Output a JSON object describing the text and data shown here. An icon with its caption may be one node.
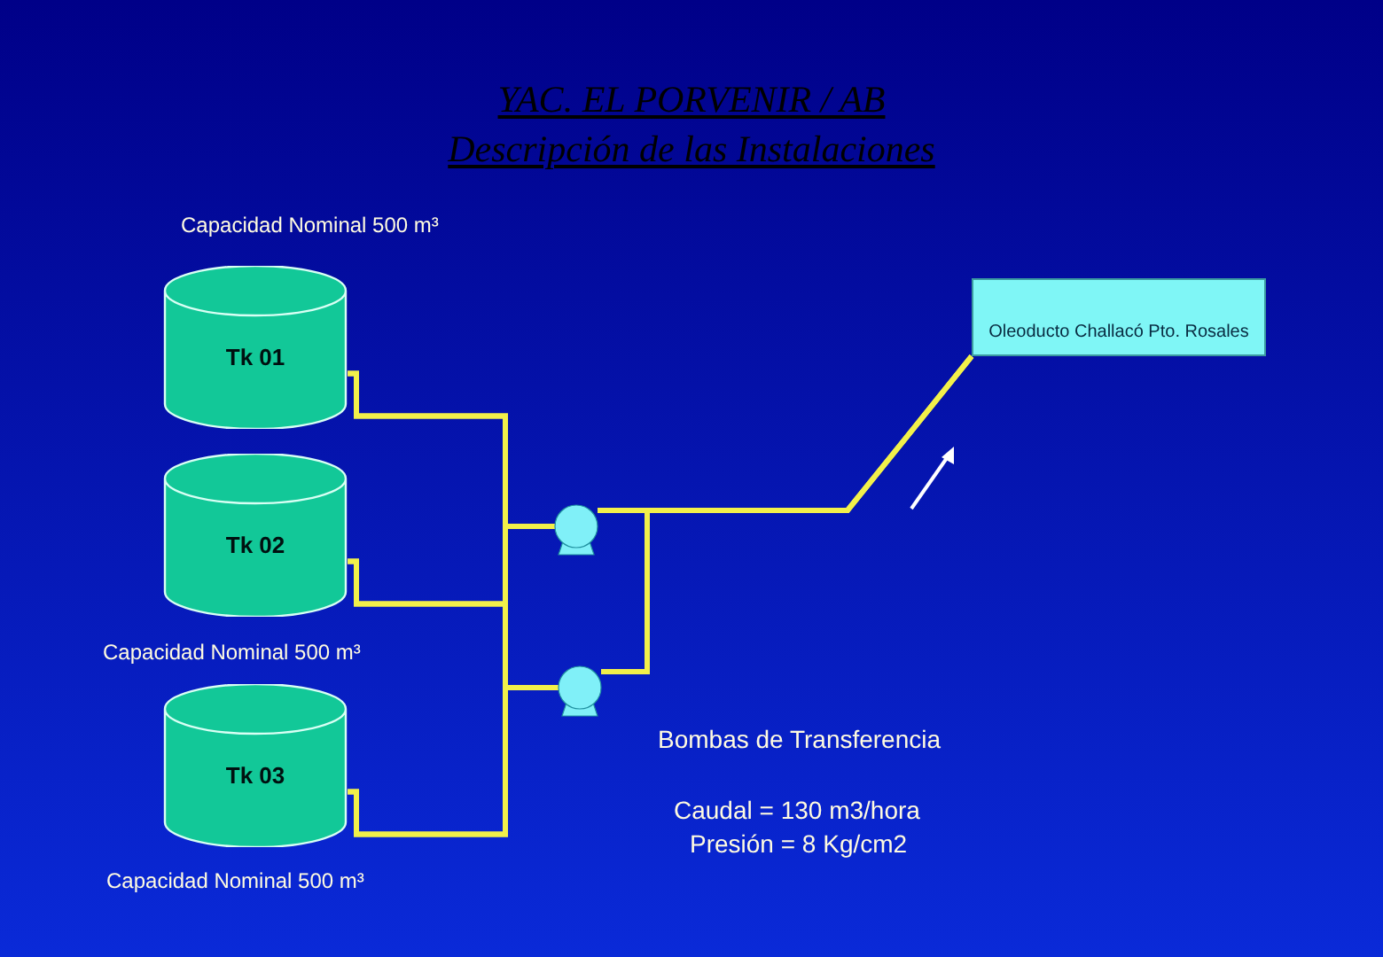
{
  "diagram": {
    "title": "YAC. EL PORVENIR / AB Descripción de las Instalaciones",
    "nodes": [
      {
        "text": [
          "Tk 01"
        ]
      },
      {
        "text": [
          "Tk 02"
        ]
      },
      {
        "text": [
          "Tk 03"
        ]
      },
      {
        "text": [],
        "shape": "pump"
      },
      {
        "text": [],
        "shape": "pump"
      },
      {
        "text": [
          "Oleoducto Challacó Pto. Rosales"
        ]
      }
    ],
    "edges": [
      {
        "from": 0,
        "to": 3,
        "arrow": "none"
      },
      {
        "from": 0,
        "to": 4,
        "arrow": "none"
      },
      {
        "from": 1,
        "to": 3,
        "arrow": "none"
      },
      {
        "from": 1,
        "to": 4,
        "arrow": "none"
      },
      {
        "from": 2,
        "to": 3,
        "arrow": "none"
      },
      {
        "from": 2,
        "to": 4,
        "arrow": "none"
      },
      {
        "from": 3,
        "to": 5,
        "arrow": "none"
      },
      {
        "from": 4,
        "to": 5,
        "arrow": "none"
      }
    ],
    "labels": [
      "Capacidad Nominal 500 m³",
      "Capacidad Nominal 500 m³",
      "Bombas de Transferencia",
      "Caudal = 130 m3/hora",
      "Presión = 8 Kg/cm2",
      "Capacidad Nominal 500 m³"
    ]
  }
}
